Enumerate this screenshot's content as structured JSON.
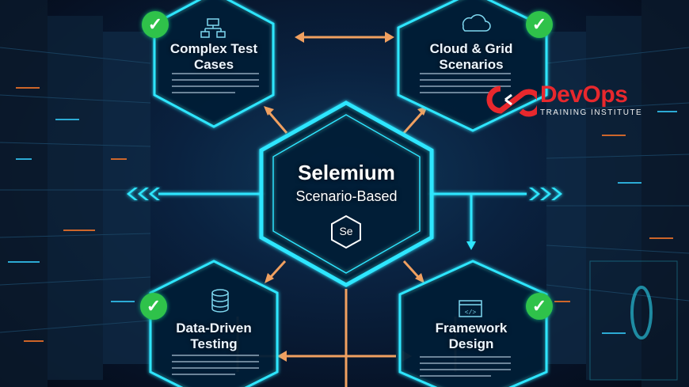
{
  "center": {
    "title": "Selemium",
    "subtitle": "Scenario-Based",
    "badge": "Se"
  },
  "nodes": [
    {
      "title_line1": "Complex Test",
      "title_line2": "Cases",
      "icon": "flowchart-icon",
      "checked": true
    },
    {
      "title_line1": "Cloud & Grid",
      "title_line2": "Scenarios",
      "icon": "cloud-icon",
      "checked": true
    },
    {
      "title_line1": "Data-Driven",
      "title_line2": "Testing",
      "icon": "database-icon",
      "checked": true
    },
    {
      "title_line1": "Framework",
      "title_line2": "Design",
      "icon": "code-window-icon",
      "checked": true
    }
  ],
  "logo": {
    "name": "DevOps",
    "tagline": "TRAINING INSTITUTE"
  },
  "colors": {
    "neon": "#2fe6ff",
    "arrow": "#f0a060",
    "check": "#2fc24a",
    "brand": "#e8282d"
  }
}
